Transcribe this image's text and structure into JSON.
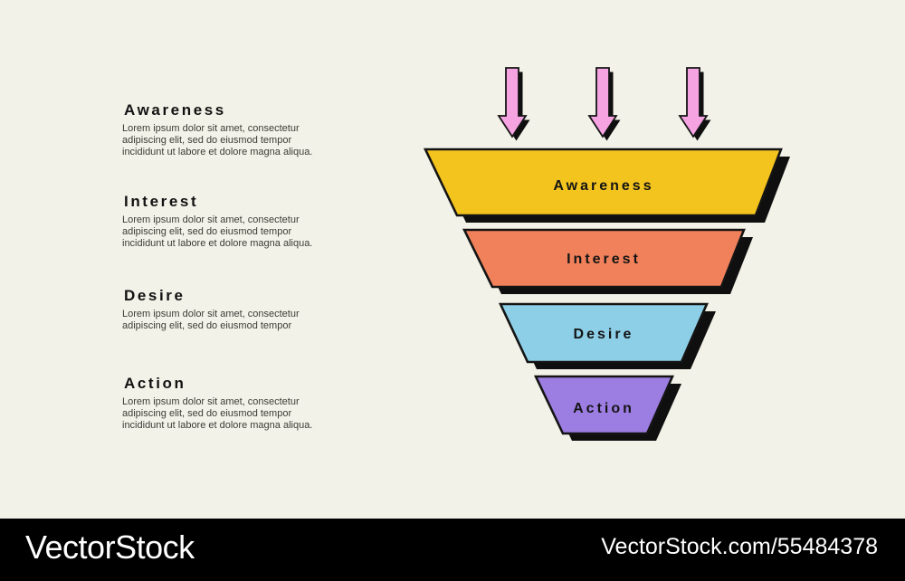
{
  "canvas": {
    "background_color": "#f2f2e8"
  },
  "sections": [
    {
      "title": "Awareness",
      "lines": [
        "Lorem ipsum dolor sit amet, consectetur",
        "adipiscing elit, sed do eiusmod tempor",
        "incididunt ut labore et dolore magna aliqua."
      ]
    },
    {
      "title": "Interest",
      "lines": [
        "Lorem ipsum dolor sit amet, consectetur",
        "adipiscing elit, sed do eiusmod tempor",
        "incididunt ut labore et dolore magna aliqua."
      ]
    },
    {
      "title": "Desire",
      "lines": [
        "Lorem ipsum dolor sit amet, consectetur",
        "adipiscing elit, sed do eiusmod tempor"
      ]
    },
    {
      "title": "Action",
      "lines": [
        "Lorem ipsum dolor sit amet, consectetur",
        "adipiscing elit, sed do eiusmod tempor",
        "incididunt ut labore et dolore magna aliqua."
      ]
    }
  ],
  "funnel": {
    "levels": [
      {
        "label": "Awareness",
        "color": "#f3c31e"
      },
      {
        "label": "Interest",
        "color": "#f0815a"
      },
      {
        "label": "Desire",
        "color": "#8ecfe8"
      },
      {
        "label": "Action",
        "color": "#9c7de2"
      }
    ],
    "arrow_color": "#f6a3e2",
    "outline_color": "#141414",
    "shadow_color": "#0f0f0f"
  },
  "watermark": {
    "brand": "VectorStock",
    "reference": "VectorStock.com/55484378",
    "bar_color": "#000000"
  }
}
